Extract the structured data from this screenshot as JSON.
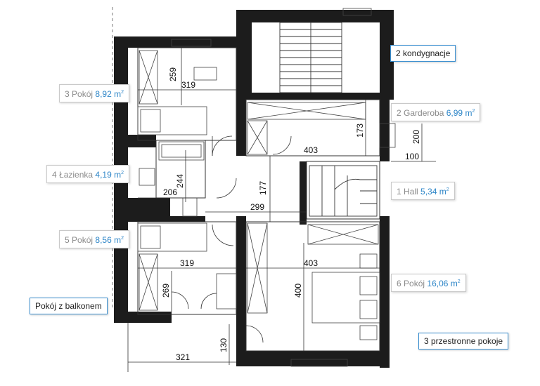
{
  "rooms": [
    {
      "number": "3",
      "name": "Pokój",
      "area": "8,92",
      "unit": "m",
      "sup": "2"
    },
    {
      "number": "4",
      "name": "Łazienka",
      "area": "4,19",
      "unit": "m",
      "sup": "2"
    },
    {
      "number": "5",
      "name": "Pokój",
      "area": "8,56",
      "unit": "m",
      "sup": "2"
    },
    {
      "number": "2",
      "name": "Garderoba",
      "area": "6,99",
      "unit": "m",
      "sup": "2"
    },
    {
      "number": "1",
      "name": "Hall",
      "area": "5,34",
      "unit": "m",
      "sup": "2"
    },
    {
      "number": "6",
      "name": "Pokój",
      "area": "16,06",
      "unit": "m",
      "sup": "2"
    }
  ],
  "notes": {
    "storeys": "2 kondygnacje",
    "balcony": "Pokój z balkonem",
    "rooms": "3 przestronne pokoje"
  },
  "dimensions": [
    "259",
    "319",
    "173",
    "200",
    "403",
    "100",
    "244",
    "206",
    "177",
    "299",
    "319",
    "403",
    "269",
    "400",
    "130",
    "321"
  ],
  "colors": {
    "wall": "#1c1c1c",
    "accent": "#2e86c8",
    "line": "#333333"
  }
}
